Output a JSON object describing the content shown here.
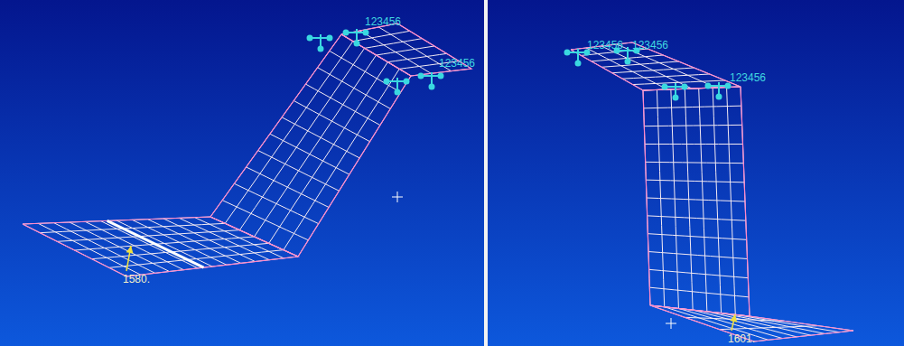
{
  "diagram": {
    "labels": [
      "123456",
      "123456",
      "1580.",
      "123456",
      "123456",
      "123456",
      "1601."
    ]
  }
}
